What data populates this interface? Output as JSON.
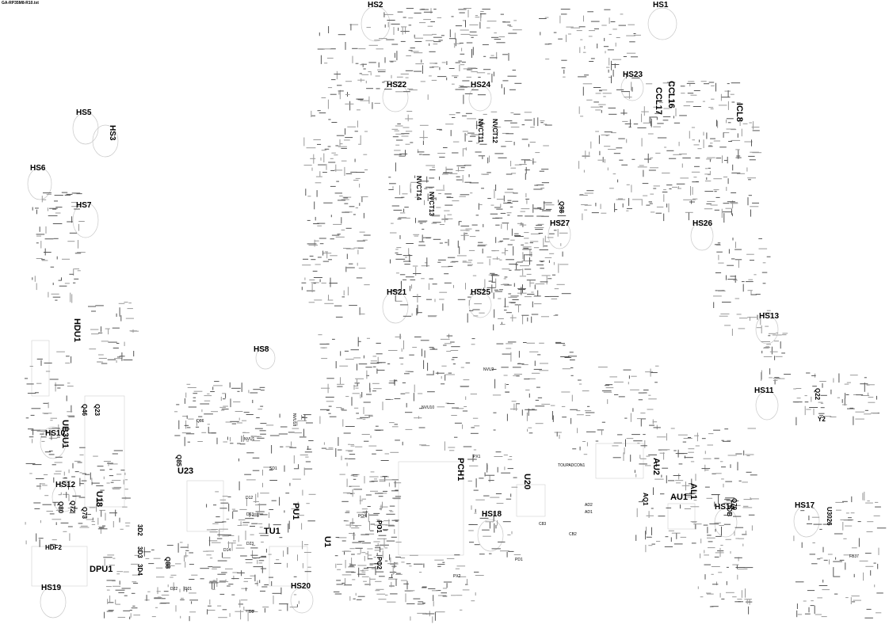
{
  "file_title": "GA-RP35M8-R10.txt",
  "heatsinks": [
    "HS1",
    "HS2",
    "HS3",
    "HS5",
    "HS6",
    "HS7",
    "HS8",
    "HS10",
    "HS11",
    "HS12",
    "HS13",
    "HS16",
    "HS17",
    "HS18",
    "HS19",
    "HS20",
    "HS21",
    "HS22",
    "HS23",
    "HS24",
    "HS25",
    "HS26",
    "HS27"
  ],
  "components": [
    "PCH1",
    "U1",
    "U18",
    "U20",
    "U23",
    "AU1",
    "AU2",
    "AQ1",
    "AL1",
    "HDU1",
    "HDF2",
    "DPU1",
    "TU1",
    "PU1",
    "PO1",
    "PO2",
    "PO4",
    "Q22",
    "Q23",
    "Q46",
    "Q72",
    "Q73",
    "Q79",
    "Q80",
    "Q85",
    "Q86",
    "Q88",
    "Q98",
    "IOB",
    "ICL8",
    "CCL16",
    "CCL17",
    "NVCT11",
    "NVCT12",
    "NVCT13",
    "NVCT14",
    "NVU1",
    "NVU2",
    "NVU10",
    "NVU18",
    "UB3U1",
    "U3026",
    "3D2",
    "3D3",
    "3D4",
    "Y2",
    "SD1",
    "D12",
    "D13",
    "D14",
    "D21",
    "D22",
    "D23",
    "D3",
    "PD1",
    "AD1",
    "AD2",
    "CB2",
    "C83",
    "PX1",
    "PX2",
    "FB37",
    "TOUPADCON1"
  ]
}
